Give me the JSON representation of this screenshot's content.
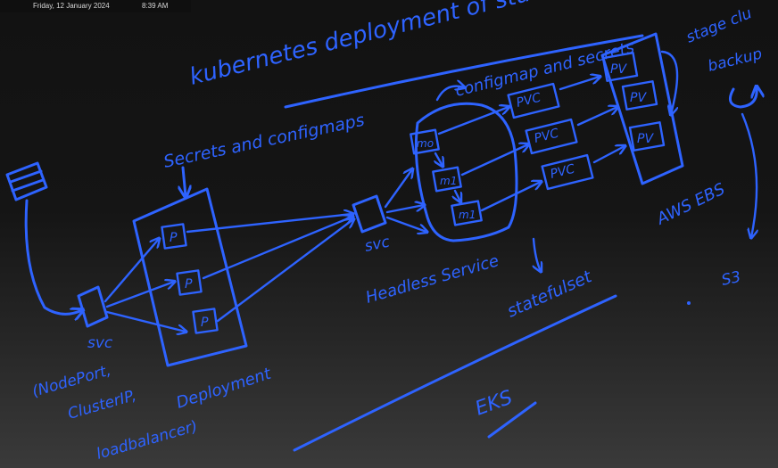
{
  "status_bar": {
    "date": "Friday, 12 January 2024",
    "time": "8:39 AM"
  },
  "whiteboard": {
    "ink_color": "#2e63ff",
    "background_color": "#151515",
    "title": "kubernetes deployment of studentstore",
    "labels": {
      "secrets_configmaps": "Secrets and configmaps",
      "configmap_secrets": "configmap and secrets",
      "stage_cluster": "stage clu",
      "backup": "backup",
      "svc_left": "svc",
      "svc_types_line1": "(NodePort,",
      "svc_types_line2": "ClusterIP,",
      "svc_types_line3": "loadbalancer)",
      "deployment": "Deployment",
      "svc_middle": "svc",
      "headless_service": "Headless Service",
      "statefulset": "statefulset",
      "aws_ebs": "AWS EBS",
      "s3": "S3",
      "eks": "EKS"
    },
    "pods": [
      "P",
      "P",
      "P"
    ],
    "stateful_pods": [
      "mo",
      "m1",
      "m1"
    ],
    "pvcs": [
      "PVC",
      "PVC",
      "PVC"
    ],
    "pvs": [
      "PV",
      "PV",
      "PV"
    ]
  }
}
